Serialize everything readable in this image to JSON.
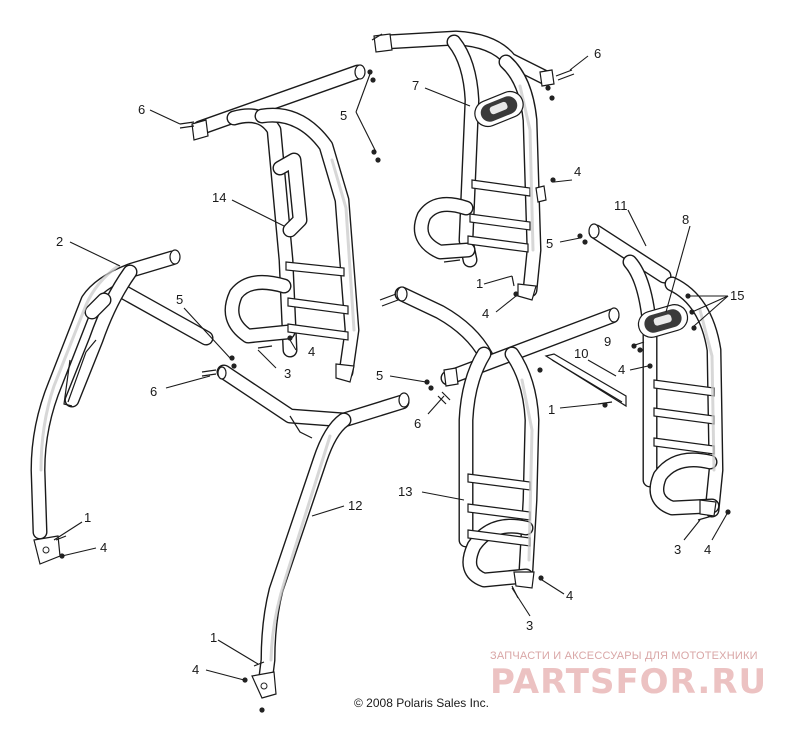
{
  "diagram": {
    "callouts": [
      {
        "id": "c-1a",
        "text": "1"
      },
      {
        "id": "c-1b",
        "text": "1"
      },
      {
        "id": "c-1c",
        "text": "1"
      },
      {
        "id": "c-1d",
        "text": "1"
      },
      {
        "id": "c-2",
        "text": "2"
      },
      {
        "id": "c-3a",
        "text": "3"
      },
      {
        "id": "c-3b",
        "text": "3"
      },
      {
        "id": "c-3c",
        "text": "3"
      },
      {
        "id": "c-4a",
        "text": "4"
      },
      {
        "id": "c-4b",
        "text": "4"
      },
      {
        "id": "c-4c",
        "text": "4"
      },
      {
        "id": "c-4d",
        "text": "4"
      },
      {
        "id": "c-4e",
        "text": "4"
      },
      {
        "id": "c-4f",
        "text": "4"
      },
      {
        "id": "c-4g",
        "text": "4"
      },
      {
        "id": "c-4h",
        "text": "4"
      },
      {
        "id": "c-5a",
        "text": "5"
      },
      {
        "id": "c-5b",
        "text": "5"
      },
      {
        "id": "c-5c",
        "text": "5"
      },
      {
        "id": "c-5d",
        "text": "5"
      },
      {
        "id": "c-6a",
        "text": "6"
      },
      {
        "id": "c-6b",
        "text": "6"
      },
      {
        "id": "c-6c",
        "text": "6"
      },
      {
        "id": "c-6d",
        "text": "6"
      },
      {
        "id": "c-7",
        "text": "7"
      },
      {
        "id": "c-8",
        "text": "8"
      },
      {
        "id": "c-9",
        "text": "9"
      },
      {
        "id": "c-10",
        "text": "10"
      },
      {
        "id": "c-11",
        "text": "11"
      },
      {
        "id": "c-12",
        "text": "12"
      },
      {
        "id": "c-13",
        "text": "13"
      },
      {
        "id": "c-14",
        "text": "14"
      },
      {
        "id": "c-15",
        "text": "15"
      }
    ],
    "copyright": "© 2008 Polaris Sales Inc."
  },
  "watermark": {
    "tagline": "ЗАПЧАСТИ И АКСЕССУАРЫ ДЛЯ МОТОТЕХНИКИ",
    "logo": "PARTSFOR.RU",
    "color": "#e8b4b4"
  }
}
